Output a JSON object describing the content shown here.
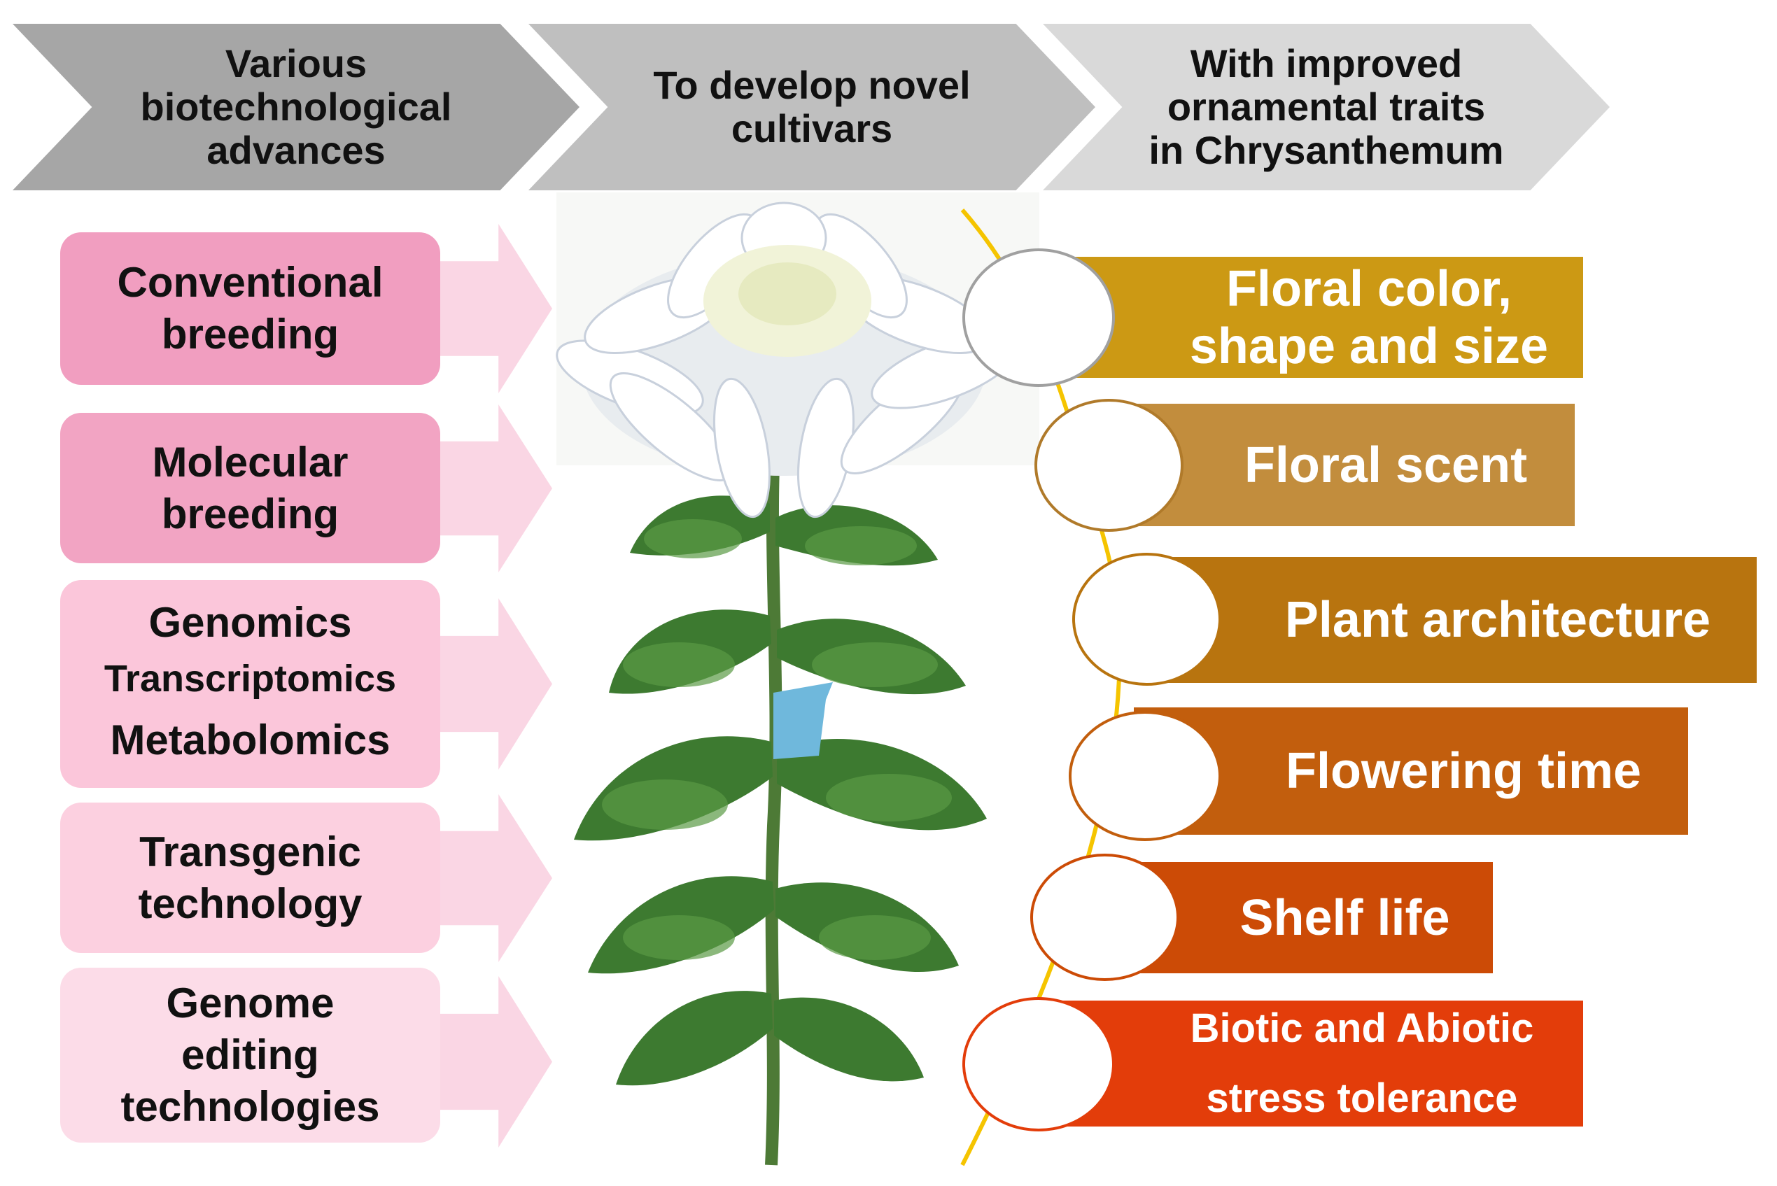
{
  "header": {
    "step1": [
      "Various",
      "biotechnological",
      "advances"
    ],
    "step2": [
      "To develop novel",
      "cultivars"
    ],
    "step3": [
      "With improved",
      "ornamental traits",
      "in Chrysanthemum"
    ]
  },
  "approaches": [
    {
      "lines": [
        "Conventional",
        "breeding"
      ]
    },
    {
      "lines": [
        "Molecular",
        "breeding"
      ]
    },
    {
      "lines": [
        "Genomics",
        "Transcriptomics",
        "Metabolomics"
      ]
    },
    {
      "lines": [
        "Transgenic",
        "technology"
      ]
    },
    {
      "lines": [
        "Genome",
        "editing",
        "technologies"
      ]
    }
  ],
  "traits": [
    {
      "lines": [
        "Floral color,",
        "shape and size"
      ]
    },
    {
      "lines": [
        "Floral scent"
      ]
    },
    {
      "lines": [
        "Plant architecture"
      ]
    },
    {
      "lines": [
        "Flowering time"
      ]
    },
    {
      "lines": [
        "Shelf life"
      ]
    },
    {
      "lines": [
        "Biotic and Abiotic",
        "stress tolerance"
      ]
    }
  ],
  "colors": {
    "chevron1": "#a6a6a6",
    "chevron2": "#bfbfbf",
    "chevron3": "#d9d9d9",
    "approach_fills": [
      "#f19ec0",
      "#f2a4c3",
      "#fbc6da",
      "#fcd0e0",
      "#fcdce8"
    ],
    "trait_fills": [
      "#cc9914",
      "#c28d3d",
      "#b8740f",
      "#c25e0d",
      "#cc4b06",
      "#e33d0a"
    ],
    "stem_line": "#f5c400",
    "leaf": "#3d7a30",
    "flower": "#f4f6f2"
  }
}
